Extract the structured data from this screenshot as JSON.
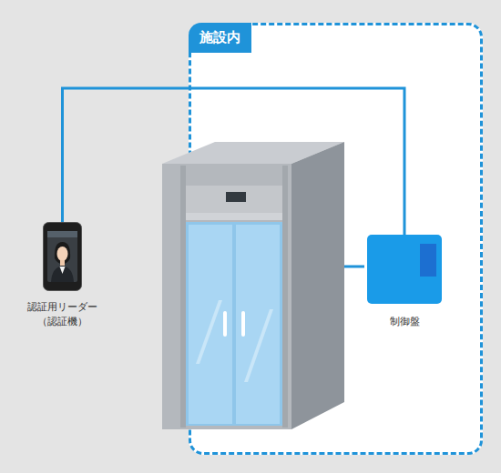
{
  "diagram": {
    "nodes": [
      {
        "text": [
          "施設内"
        ]
      },
      {
        "text": [
          "認証用リーダー （認証機）"
        ]
      },
      {
        "text": [
          "制御盤"
        ],
        "in": 0
      }
    ],
    "edges": [
      {
        "from": 1,
        "to": 2,
        "arrow": "none"
      }
    ]
  }
}
